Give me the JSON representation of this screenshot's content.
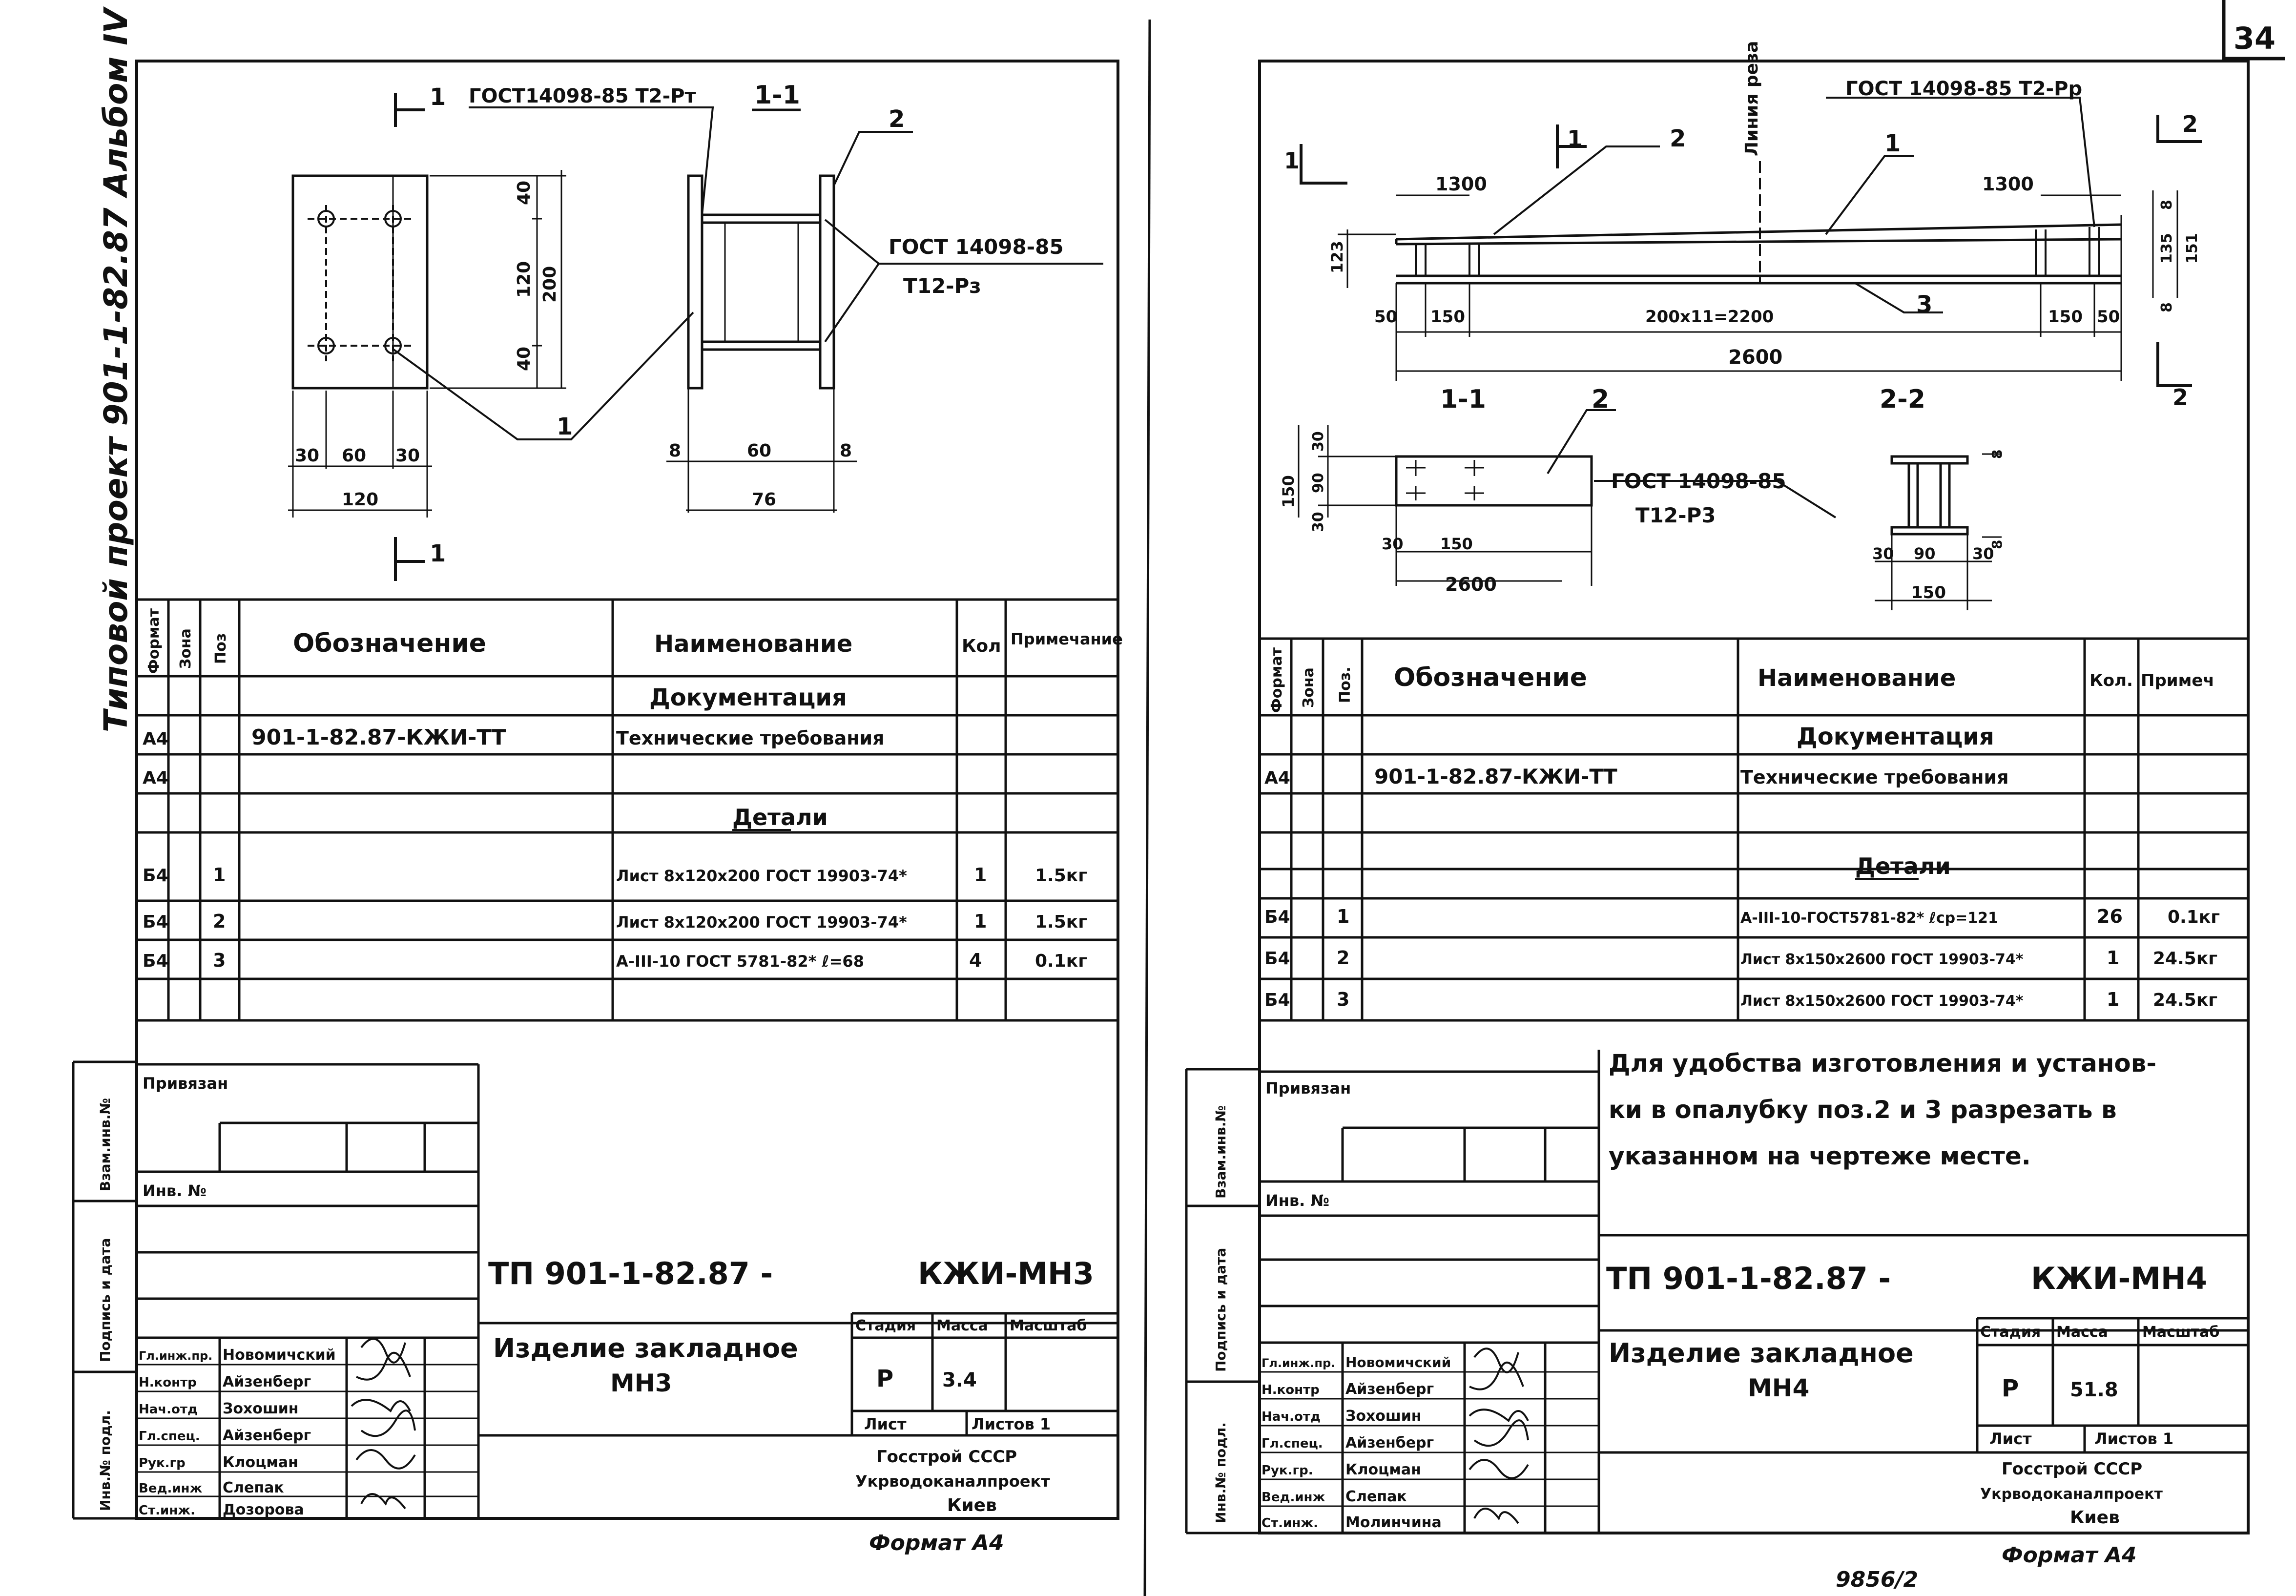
{
  "page_number": "34",
  "bottom_code": "9856/2",
  "side_title": "Типовой проект 901-1-82.87 Альбом IV",
  "left_sheet": {
    "drawing": {
      "section_mark": "1",
      "section_title": "1-1",
      "gost_top": "ГОСТ14098-85 Т2-Рт",
      "gost_right_1": "ГОСТ 14098-85",
      "gost_right_2": "Т12-Рз",
      "pos_1": "1",
      "pos_2": "2",
      "dims": {
        "h40a": "40",
        "h120": "120",
        "h40b": "40",
        "h200": "200",
        "w30a": "30",
        "w60": "60",
        "w30b": "30",
        "w120": "120",
        "s8a": "8",
        "s60": "60",
        "s8b": "8",
        "s76": "76"
      }
    },
    "table": {
      "headers": [
        "Формат",
        "Зона",
        "Поз",
        "Обозначение",
        "Наименование",
        "Кол",
        "Примечание"
      ],
      "doc_heading": "Документация",
      "details_heading": "Детали",
      "rows": [
        {
          "format": "А4",
          "zone": "",
          "pos": "",
          "designation": "901-1-82.87-КЖИ-ТТ",
          "name": "Технические требования",
          "qty": "",
          "note": ""
        },
        {
          "format": "А4",
          "zone": "",
          "pos": "",
          "designation": "",
          "name": "",
          "qty": "",
          "note": ""
        },
        {
          "format": "Б4",
          "zone": "",
          "pos": "1",
          "designation": "",
          "name": "Лист 8х120х200 ГОСТ 19903-74*",
          "qty": "1",
          "note": "1.5кг"
        },
        {
          "format": "Б4",
          "zone": "",
          "pos": "2",
          "designation": "",
          "name": "Лист 8х120х200 ГОСТ 19903-74*",
          "qty": "1",
          "note": "1.5кг"
        },
        {
          "format": "Б4",
          "zone": "",
          "pos": "3",
          "designation": "",
          "name": "A-III-10 ГОСТ 5781-82* ℓ=68",
          "qty": "4",
          "note": "0.1кг"
        }
      ]
    },
    "title_block": {
      "privyazan": "Привязан",
      "inv_no": "Инв. №",
      "doc_code": "ТП 901-1-82.87 -",
      "mark": "КЖИ-МН3",
      "item_name_1": "Изделие закладное",
      "item_name_2": "МН3",
      "stage_label": "Стадия",
      "mass_label": "Масса",
      "scale_label": "Масштаб",
      "stage": "Р",
      "mass": "3.4",
      "sheet_label": "Лист",
      "sheets_label": "Листов 1",
      "org_1": "Госстрой СССР",
      "org_2": "Укрводоканалпроект",
      "city": "Киев",
      "format": "Формат А4",
      "roles": [
        {
          "role": "Гл.инж.пр.",
          "name": "Новомичский"
        },
        {
          "role": "Н.контр",
          "name": "Айзенберг"
        },
        {
          "role": "Нач.отд",
          "name": "Зохошин"
        },
        {
          "role": "Гл.спец.",
          "name": "Айзенберг"
        },
        {
          "role": "Рук.гр",
          "name": "Клоцман"
        },
        {
          "role": "Вед.инж",
          "name": "Слепак"
        },
        {
          "role": "Ст.инж.",
          "name": "Дозорова"
        }
      ],
      "side_labels": [
        "Взам.инв.№",
        "Подпись и дата",
        "Инв.№ подл."
      ]
    }
  },
  "right_sheet": {
    "drawing": {
      "cut_line_label": "Линия реза",
      "gost_top": "ГОСТ 14098-85 Т2-Рр",
      "gost_mid_1": "ГОСТ 14098-85",
      "gost_mid_2": "Т12-Р3",
      "mark_1": "1",
      "mark_2": "2",
      "pos_1": "1",
      "pos_2": "2",
      "pos_3": "3",
      "view_1": "1-1",
      "view_2": "2-2",
      "dims": {
        "l1300a": "1300",
        "l1300b": "1300",
        "h123": "123",
        "d50a": "50",
        "d150a": "150",
        "d_mid": "200х11=2200",
        "d150b": "150",
        "d50b": "50",
        "d2600": "2600",
        "v8a": "8",
        "v135": "135",
        "v151": "151",
        "v8b": "8",
        "s150": "150",
        "s30a": "30",
        "s90": "90",
        "s30b": "30",
        "s30c": "30",
        "s150b": "150",
        "s2600": "2600",
        "t8": "8",
        "t30a": "30",
        "t90": "90",
        "t30b": "30",
        "t150": "150",
        "t8b": "8"
      }
    },
    "table": {
      "headers": [
        "Формат",
        "Зона",
        "Поз.",
        "Обозначение",
        "Наименование",
        "Кол.",
        "Примеч"
      ],
      "doc_heading": "Документация",
      "details_heading": "Детали",
      "rows": [
        {
          "format": "А4",
          "zone": "",
          "pos": "",
          "designation": "901-1-82.87-КЖИ-ТТ",
          "name": "Технические требования",
          "qty": "",
          "note": ""
        },
        {
          "format": "",
          "zone": "",
          "pos": "",
          "designation": "",
          "name": "",
          "qty": "",
          "note": ""
        },
        {
          "format": "Б4",
          "zone": "",
          "pos": "1",
          "designation": "",
          "name": "A-III-10-ГОСТ5781-82* ℓср=121",
          "qty": "26",
          "note": "0.1кг"
        },
        {
          "format": "Б4",
          "zone": "",
          "pos": "2",
          "designation": "",
          "name": "Лист 8х150х2600 ГОСТ 19903-74*",
          "qty": "1",
          "note": "24.5кг"
        },
        {
          "format": "Б4",
          "zone": "",
          "pos": "3",
          "designation": "",
          "name": "Лист 8х150х2600 ГОСТ 19903-74*",
          "qty": "1",
          "note": "24.5кг"
        }
      ]
    },
    "note_lines": [
      "Для удобства изготовления и установ-",
      "ки в опалубку поз.2 и 3 разрезать в",
      "указанном на чертеже месте."
    ],
    "title_block": {
      "privyazan": "Привязан",
      "inv_no": "Инв. №",
      "doc_code": "ТП 901-1-82.87 -",
      "mark": "КЖИ-МН4",
      "item_name_1": "Изделие закладное",
      "item_name_2": "МН4",
      "stage_label": "Стадия",
      "mass_label": "Масса",
      "scale_label": "Масштаб",
      "stage": "Р",
      "mass": "51.8",
      "sheet_label": "Лист",
      "sheets_label": "Листов 1",
      "org_1": "Госстрой СССР",
      "org_2": "Укрводоканалпроект",
      "city": "Киев",
      "format": "Формат А4",
      "roles": [
        {
          "role": "Гл.инж.пр.",
          "name": "Новомичский"
        },
        {
          "role": "Н.контр",
          "name": "Айзенберг"
        },
        {
          "role": "Нач.отд",
          "name": "Зохошин"
        },
        {
          "role": "Гл.спец.",
          "name": "Айзенберг"
        },
        {
          "role": "Рук.гр.",
          "name": "Клоцман"
        },
        {
          "role": "Вед.инж",
          "name": "Слепак"
        },
        {
          "role": "Ст.инж.",
          "name": "Молинчина"
        }
      ],
      "side_labels": [
        "Взам.инв.№",
        "Подпись и дата",
        "Инв.№ подл."
      ]
    }
  }
}
